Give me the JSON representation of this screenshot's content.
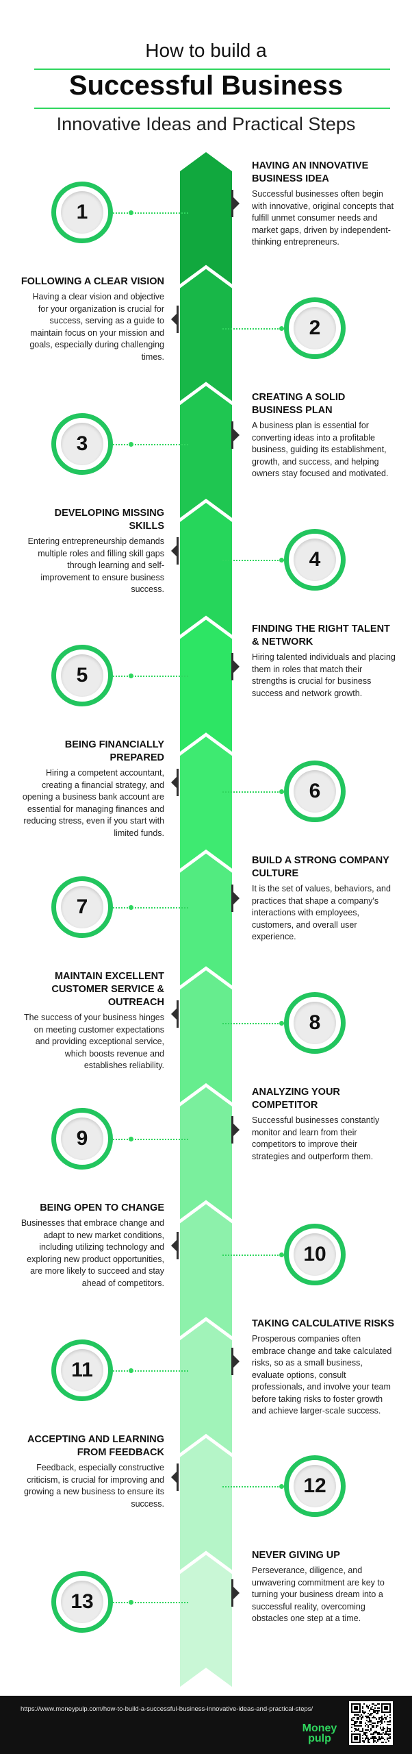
{
  "header": {
    "line1": "How to build a",
    "line2": "Successful Business",
    "line3": "Innovative Ideas and Practical Steps"
  },
  "colors": {
    "accent": "#22c55e",
    "spine_top": "#11a83e",
    "spine_bottom": "#c9f7d6",
    "footer_bg": "#111111"
  },
  "steps": [
    {
      "num": "1",
      "side": "right",
      "title": "HAVING AN INNOVATIVE BUSINESS IDEA",
      "body": "Successful businesses often begin with innovative, original concepts that fulfill unmet consumer needs and market gaps, driven by independent-thinking entrepreneurs."
    },
    {
      "num": "2",
      "side": "left",
      "title": "FOLLOWING A CLEAR VISION",
      "body": "Having a clear vision and objective for your organization is crucial for success, serving as a guide to maintain focus on your mission and goals, especially during challenging times."
    },
    {
      "num": "3",
      "side": "right",
      "title": "CREATING A SOLID BUSINESS PLAN",
      "body": "A business plan is essential for converting ideas into a profitable business, guiding its establishment, growth, and success, and helping owners stay focused and motivated."
    },
    {
      "num": "4",
      "side": "left",
      "title": "DEVELOPING MISSING SKILLS",
      "body": "Entering entrepreneurship demands multiple roles and filling skill gaps through learning and self-improvement to ensure business success."
    },
    {
      "num": "5",
      "side": "right",
      "title": "FINDING THE RIGHT TALENT & NETWORK",
      "body": "Hiring talented individuals and placing them in roles that match their strengths is crucial for business success and network growth."
    },
    {
      "num": "6",
      "side": "left",
      "title": "BEING FINANCIALLY PREPARED",
      "body": "Hiring a competent accountant, creating a financial strategy, and opening a business bank account are essential for managing finances and reducing stress, even if you start with limited funds."
    },
    {
      "num": "7",
      "side": "right",
      "title": "BUILD A STRONG COMPANY CULTURE",
      "body": "It is the set of values, behaviors, and practices that shape a company's interactions with employees, customers, and overall user experience."
    },
    {
      "num": "8",
      "side": "left",
      "title": "MAINTAIN EXCELLENT CUSTOMER SERVICE & OUTREACH",
      "body": "The success of your business hinges on meeting customer expectations and providing exceptional service, which boosts revenue and establishes reliability."
    },
    {
      "num": "9",
      "side": "right",
      "title": "ANALYZING YOUR COMPETITOR",
      "body": "Successful businesses constantly monitor and learn from their competitors to improve their strategies and outperform them."
    },
    {
      "num": "10",
      "side": "left",
      "title": "BEING OPEN TO CHANGE",
      "body": "Businesses that embrace change and adapt to new market conditions, including utilizing technology and exploring new product opportunities, are more likely to succeed and stay ahead of competitors."
    },
    {
      "num": "11",
      "side": "right",
      "title": "TAKING CALCULATIVE RISKS",
      "body": "Prosperous companies often embrace change and take calculated risks, so as a small business, evaluate options, consult professionals, and involve your team before taking risks to foster growth and achieve larger-scale success."
    },
    {
      "num": "12",
      "side": "left",
      "title": "ACCEPTING AND LEARNING FROM FEEDBACK",
      "body": "Feedback, especially constructive criticism, is crucial for improving and growing a new business to ensure its success."
    },
    {
      "num": "13",
      "side": "right",
      "title": "NEVER GIVING UP",
      "body": "Perseverance, diligence, and unwavering commitment are key to turning your business dream into a successful reality, overcoming obstacles one step at a time."
    }
  ],
  "footer": {
    "url": "https://www.moneypulp.com/how-to-build-a-successful-business-innovative-ideas-and-practical-steps/",
    "logo_line1": "Money",
    "logo_line2": "pulp",
    "qr_icon": "qr-code-icon"
  }
}
